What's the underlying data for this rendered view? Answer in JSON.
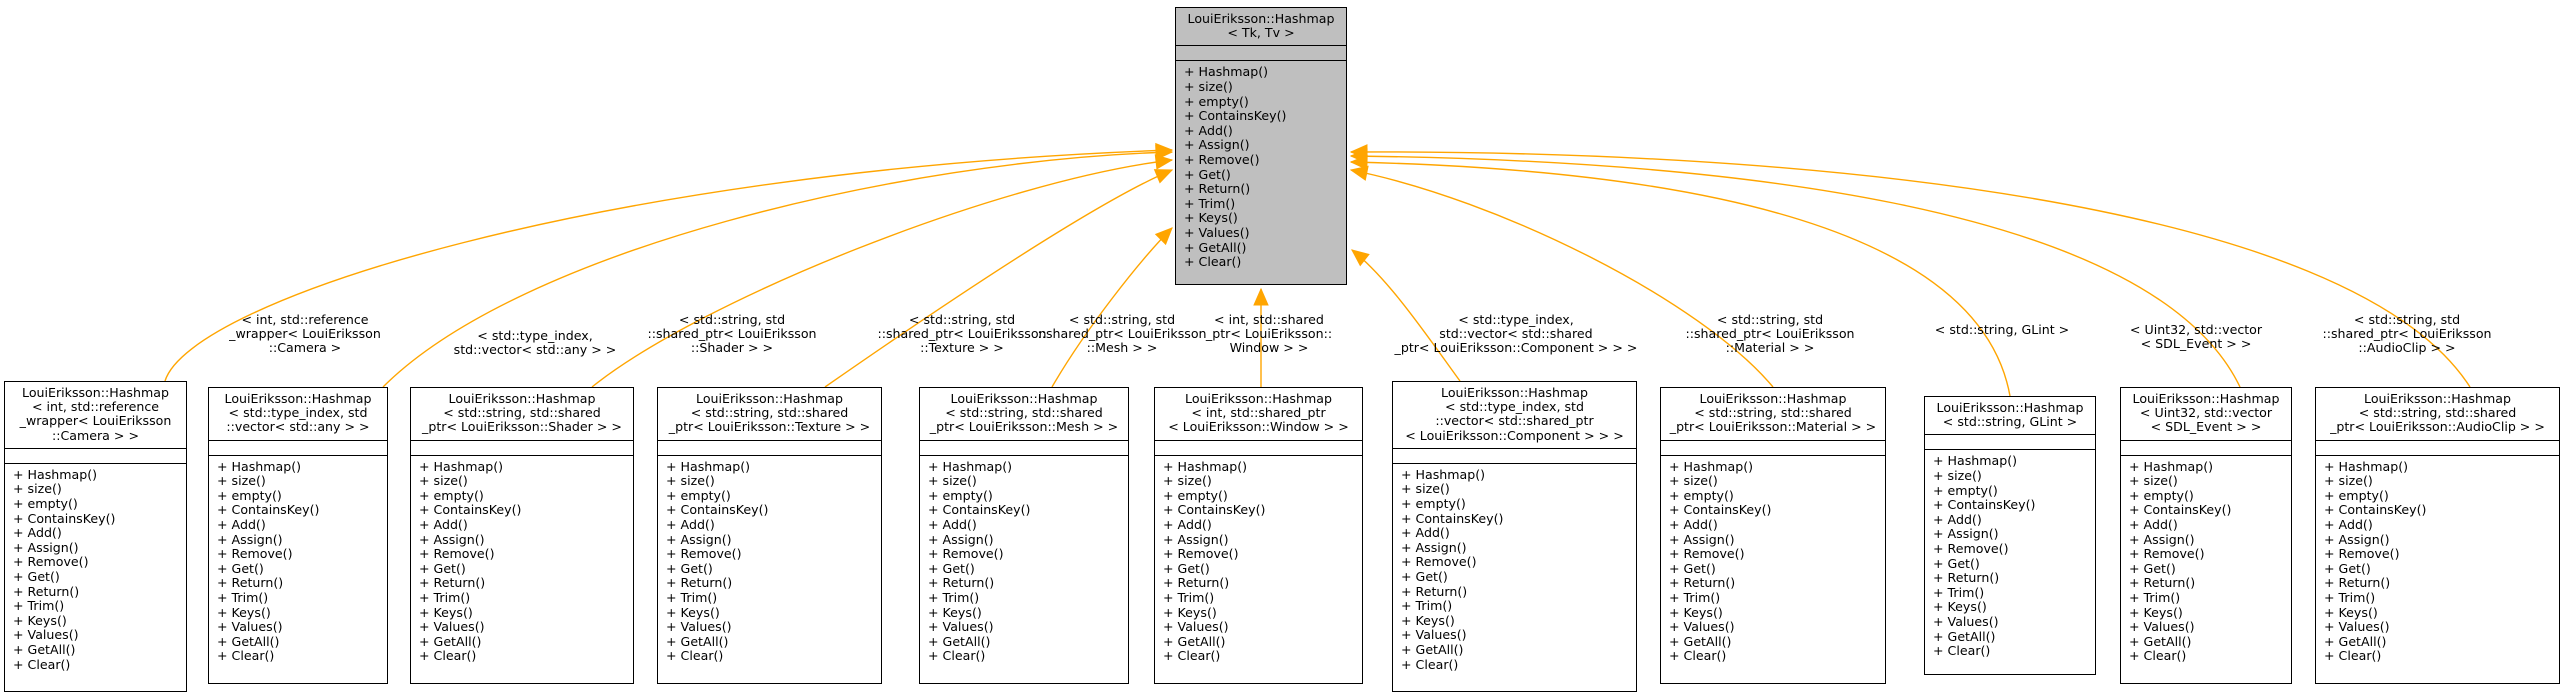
{
  "edge_color": "#ffa500",
  "base_fill": "#bfbfbf",
  "base": {
    "name": "LouiEriksson::Hashmap\n< Tk, Tv >",
    "ops": [
      "+ Hashmap()",
      "+ size()",
      "+ empty()",
      "+ ContainsKey()",
      "+ Add()",
      "+ Assign()",
      "+ Remove()",
      "+ Get()",
      "+ Return()",
      "+ Trim()",
      "+ Keys()",
      "+ Values()",
      "+ GetAll()",
      "+ Clear()"
    ]
  },
  "derived": [
    {
      "name": "LouiEriksson::Hashmap\n< int, std::reference\n_wrapper< LouiEriksson\n::Camera > >",
      "label": "< int, std::reference\n_wrapper< LouiEriksson\n::Camera >"
    },
    {
      "name": "LouiEriksson::Hashmap\n< std::type_index, std\n::vector< std::any > >",
      "label": "< std::type_index,\nstd::vector< std::any > >"
    },
    {
      "name": "LouiEriksson::Hashmap\n< std::string, std::shared\n_ptr< LouiEriksson::Shader > >",
      "label": "< std::string, std\n::shared_ptr< LouiEriksson\n::Shader > >"
    },
    {
      "name": "LouiEriksson::Hashmap\n< std::string, std::shared\n_ptr< LouiEriksson::Texture > >",
      "label": "< std::string, std\n::shared_ptr< LouiEriksson\n::Texture > >"
    },
    {
      "name": "LouiEriksson::Hashmap\n< std::string, std::shared\n_ptr< LouiEriksson::Mesh > >",
      "label": "< std::string, std\n::shared_ptr< LouiEriksson\n::Mesh > >"
    },
    {
      "name": "LouiEriksson::Hashmap\n< int, std::shared_ptr\n< LouiEriksson::Window > >",
      "label": "< int, std::shared\n_ptr< LouiEriksson::\nWindow > >"
    },
    {
      "name": "LouiEriksson::Hashmap\n< std::type_index, std\n::vector< std::shared_ptr\n< LouiEriksson::Component > > >",
      "label": "< std::type_index,\nstd::vector< std::shared\n_ptr< LouiEriksson::Component > > >"
    },
    {
      "name": "LouiEriksson::Hashmap\n< std::string, std::shared\n_ptr< LouiEriksson::Material > >",
      "label": "< std::string, std\n::shared_ptr< LouiEriksson\n::Material > >"
    },
    {
      "name": "LouiEriksson::Hashmap\n< std::string, GLint >",
      "label": "< std::string, GLint >"
    },
    {
      "name": "LouiEriksson::Hashmap\n< Uint32, std::vector\n< SDL_Event > >",
      "label": "< Uint32, std::vector\n< SDL_Event > >"
    },
    {
      "name": "LouiEriksson::Hashmap\n< std::string, std::shared\n_ptr< LouiEriksson::AudioClip > >",
      "label": "< std::string, std\n::shared_ptr< LouiEriksson\n::AudioClip > >"
    }
  ]
}
